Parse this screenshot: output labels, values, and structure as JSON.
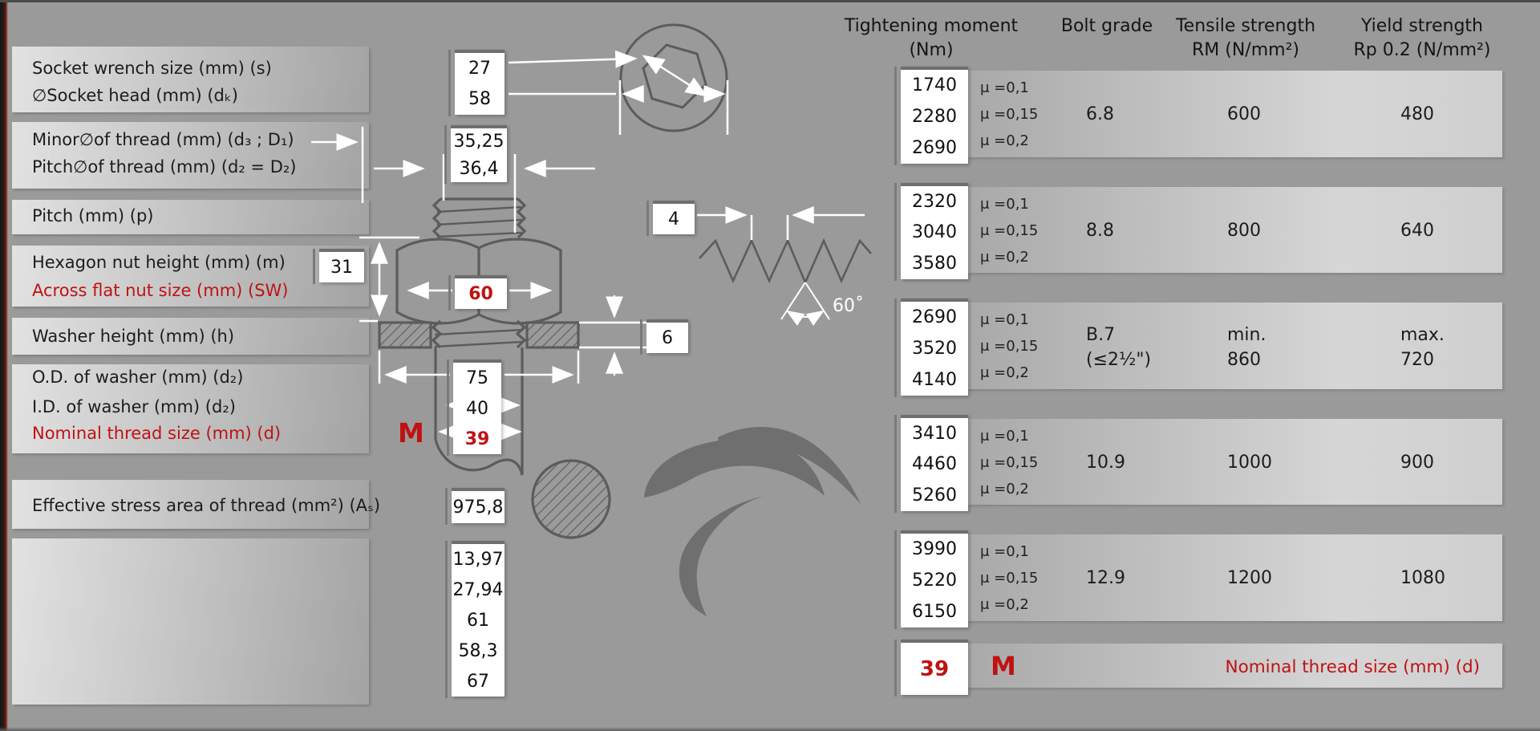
{
  "colors": {
    "red": "#bf1212",
    "line_gray": "#5c5c5c",
    "dim_white": "#ffffff",
    "background": "#9a9a9a"
  },
  "left": {
    "socket_wrench_label": "Socket wrench size (mm) (s)",
    "socket_head_label": "∅Socket head (mm) (dₖ)",
    "minor_dia_label": "Minor∅of thread (mm) (d₃ ; D₁)",
    "pitch_dia_label": "Pitch∅of thread (mm) (d₂ = D₂)",
    "pitch_label": "Pitch (mm) (p)",
    "nut_height_label": "Hexagon nut height (mm) (m)",
    "across_flats_label": "Across flat nut size (mm) (SW)",
    "washer_height_label": "Washer height (mm) (h)",
    "washer_od_label": "O.D. of washer (mm) (d₂)",
    "washer_id_label": "I.D. of washer (mm) (d₂)",
    "nominal_label": "Nominal thread size (mm) (d)",
    "stress_area_label": "Effective stress area of thread (mm²) (Aₛ)"
  },
  "values": {
    "socket_wrench": "27",
    "socket_head": "58",
    "minor_dia": "35,25",
    "pitch_dia": "36,4",
    "pitch": "4",
    "nut_height": "31",
    "across_flats": "60",
    "washer_height": "6",
    "washer_od": "75",
    "washer_id": "40",
    "nominal_prefix": "M",
    "nominal": "39",
    "stress_area": "975,8",
    "misc": [
      "13,97",
      "27,94",
      "61",
      "58,3",
      "67"
    ]
  },
  "drawing": {
    "angle": "60˚"
  },
  "table": {
    "header": {
      "torque_1": "Tightening moment",
      "torque_2": "(Nm)",
      "grade": "Bolt grade",
      "tensile_1": "Tensile strength",
      "tensile_2": "RM (N/mm²)",
      "yield_1": "Yield strength",
      "yield_2": "Rp 0.2 (N/mm²)"
    },
    "mu": [
      "μ =0,1",
      "μ =0,15",
      "μ =0,2"
    ],
    "groups": [
      {
        "torques": [
          "1740",
          "2280",
          "2690"
        ],
        "grade1": "6.8",
        "tensile1": "600",
        "yield1": "480"
      },
      {
        "torques": [
          "2320",
          "3040",
          "3580"
        ],
        "grade1": "8.8",
        "tensile1": "800",
        "yield1": "640"
      },
      {
        "torques": [
          "2690",
          "3520",
          "4140"
        ],
        "grade1": "B.7",
        "grade2": "(≤2½\")",
        "tensile1": "min.",
        "tensile2": "860",
        "yield1": "max.",
        "yield2": "720"
      },
      {
        "torques": [
          "3410",
          "4460",
          "5260"
        ],
        "grade1": "10.9",
        "tensile1": "1000",
        "yield1": "900"
      },
      {
        "torques": [
          "3990",
          "5220",
          "6150"
        ],
        "grade1": "12.9",
        "tensile1": "1200",
        "yield1": "1080"
      }
    ],
    "footer": {
      "value": "39",
      "prefix": "M",
      "label": "Nominal thread size (mm) (d)"
    }
  }
}
